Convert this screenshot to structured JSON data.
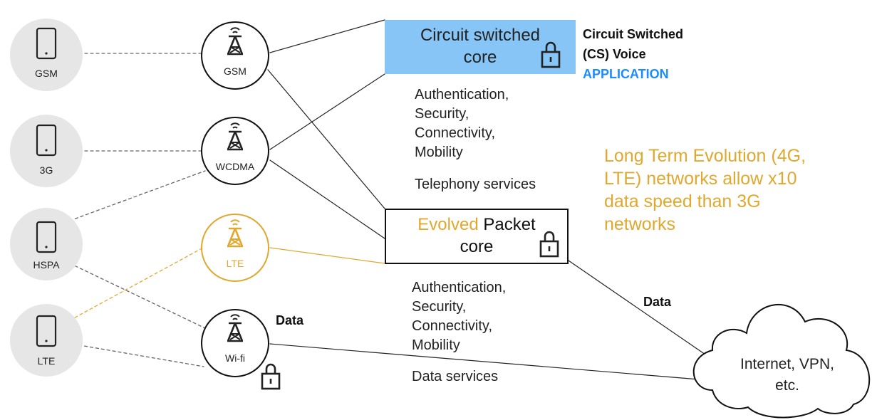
{
  "devices": [
    {
      "label": "GSM"
    },
    {
      "label": "3G"
    },
    {
      "label": "HSPA"
    },
    {
      "label": "LTE"
    }
  ],
  "towers": [
    {
      "label": "GSM"
    },
    {
      "label": "WCDMA"
    },
    {
      "label": "LTE"
    },
    {
      "label": "Wi-fi"
    }
  ],
  "cs_core": {
    "line1": "Circuit switched",
    "line2": "core",
    "side_label_1": "Circuit Switched",
    "side_label_2": "(CS) Voice",
    "side_label_3": "APPLICATION"
  },
  "cs_services": {
    "line1": "Authentication,",
    "line2": "Security,",
    "line3": "Connectivity,",
    "line4": "Mobility",
    "line5": "Telephony services"
  },
  "epc": {
    "word_evolved": "Evolved",
    "word_packet": "Packet",
    "line2": "core"
  },
  "epc_services": {
    "line1": "Authentication,",
    "line2": "Security,",
    "line3": "Connectivity,",
    "line4": "Mobility",
    "line5": "Data services"
  },
  "lte_note": {
    "line1": "Long Term Evolution (4G,",
    "line2": "LTE) networks allow x10",
    "line3": "data speed than 3G",
    "line4": "networks"
  },
  "labels": {
    "data_wifi": "Data",
    "data_epc": "Data"
  },
  "cloud": {
    "line1": "Internet, VPN,",
    "line2": "etc."
  },
  "colors": {
    "accent_gold": "#e0a82e",
    "accent_blue": "#1a8cff",
    "cs_core_fill": "#87c5f7"
  }
}
